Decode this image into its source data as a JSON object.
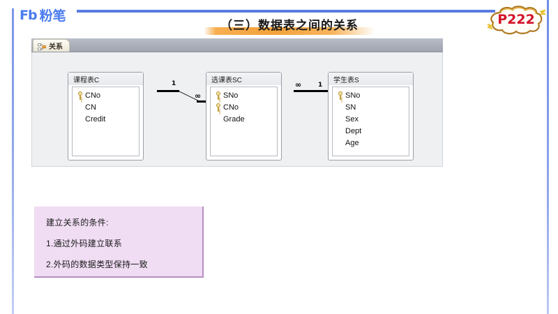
{
  "brand": {
    "mark": "Fb",
    "name": "粉笔"
  },
  "header": {
    "title": "（三）数据表之间的关系",
    "page_badge": "P222",
    "badge_color": "#d3132a",
    "rule_color": "#5b7ce0"
  },
  "access_window": {
    "tab_label": "关系",
    "tab_icon": "relationships-icon"
  },
  "diagram": {
    "tables": [
      {
        "title": "课程表C",
        "fields": [
          {
            "name": "CNo",
            "key": true
          },
          {
            "name": "CN",
            "key": false
          },
          {
            "name": "Credit",
            "key": false
          }
        ]
      },
      {
        "title": "选课表SC",
        "fields": [
          {
            "name": "SNo",
            "key": true
          },
          {
            "name": "CNo",
            "key": true
          },
          {
            "name": "Grade",
            "key": false
          }
        ]
      },
      {
        "title": "学生表S",
        "fields": [
          {
            "name": "SNo",
            "key": true
          },
          {
            "name": "SN",
            "key": false
          },
          {
            "name": "Sex",
            "key": false
          },
          {
            "name": "Dept",
            "key": false
          },
          {
            "name": "Age",
            "key": false
          }
        ]
      }
    ],
    "relationships": [
      {
        "left_cardinality": "1",
        "right_cardinality": "∞"
      },
      {
        "left_cardinality": "∞",
        "right_cardinality": "1"
      }
    ]
  },
  "note": {
    "lines": [
      "建立关系的条件:",
      "1.通过外码建立联系",
      "2.外码的数据类型保持一致"
    ],
    "background": "#f0dcf3"
  }
}
